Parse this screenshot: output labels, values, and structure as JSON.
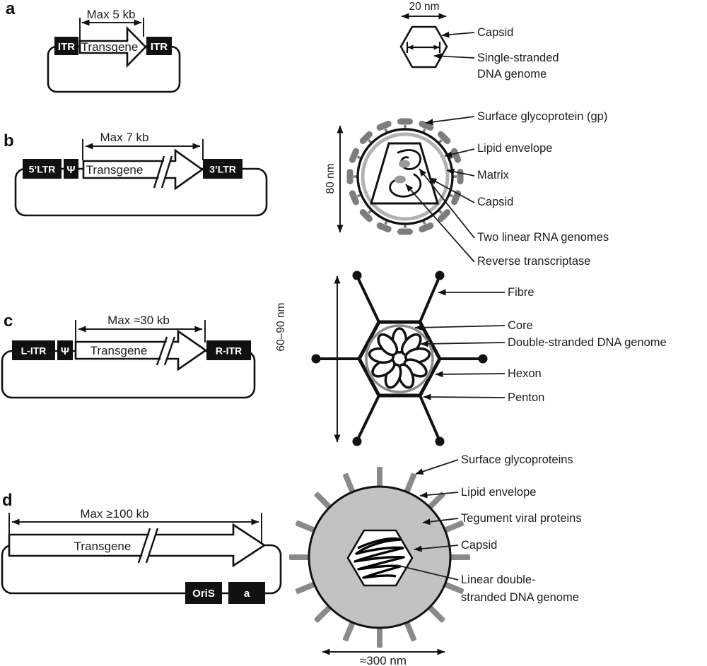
{
  "panel_a": {
    "label": "a",
    "max": "Max 5 kb",
    "itr_left": "ITR",
    "transgene": "Transgene",
    "itr_right": "ITR",
    "size": "20 nm",
    "ann_capsid": "Capsid",
    "ann_genome_1": "Single-stranded",
    "ann_genome_2": "DNA genome"
  },
  "panel_b": {
    "label": "b",
    "max": "Max 7 kb",
    "ltr5": "5’LTR",
    "psi": "Ψ",
    "transgene": "Transgene",
    "ltr3": "3’LTR",
    "size": "80 nm",
    "ann_gp": "Surface glycoprotein (gp)",
    "ann_lipid": "Lipid envelope",
    "ann_matrix": "Matrix",
    "ann_capsid": "Capsid",
    "ann_rna": "Two linear RNA genomes",
    "ann_rt": "Reverse transcriptase"
  },
  "panel_c": {
    "label": "c",
    "max": "Max ≈30 kb",
    "litr": "L-ITR",
    "psi": "Ψ",
    "transgene": "Transgene",
    "ritr": "R-ITR",
    "size": "60–90 nm",
    "ann_fibre": "Fibre",
    "ann_core": "Core",
    "ann_dna": "Double-stranded DNA genome",
    "ann_hexon": "Hexon",
    "ann_penton": "Penton"
  },
  "panel_d": {
    "label": "d",
    "max": "Max ≥100 kb",
    "transgene": "Transgene",
    "oris": "OriS",
    "a_seq": "a",
    "size": "≈300 nm",
    "ann_gp": "Surface glycoproteins",
    "ann_lipid": "Lipid envelope",
    "ann_tegument": "Tegument viral proteins",
    "ann_capsid": "Capsid",
    "ann_dna_1": "Linear double-",
    "ann_dna_2": "stranded DNA genome"
  },
  "colors": {
    "ink": "#111111",
    "label_text": "#1c1c1c",
    "envelope_spike_gray": "#7d7d7d",
    "matrix_ring_gray": "#b2b2b2",
    "tegument_fill_gray": "#c2c2c2",
    "herpes_spike_gray": "#8a8a8a",
    "core_ring_gray": "#8a8a8a"
  }
}
